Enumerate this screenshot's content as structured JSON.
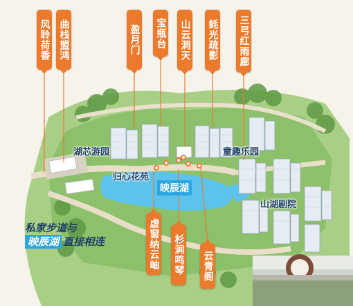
{
  "callouts_top": [
    {
      "id": "fengling",
      "label": "风聆荷香"
    },
    {
      "id": "quzhan",
      "label": "曲栈盟鸿"
    },
    {
      "id": "yingyue",
      "label": "盈月门"
    },
    {
      "id": "baoping",
      "label": "宝瓶台"
    },
    {
      "id": "shanyun",
      "label": "山云洞天"
    },
    {
      "id": "yingguang",
      "label": "蚝光疏影"
    },
    {
      "id": "sangong",
      "label": "三弓红雨廊"
    }
  ],
  "callouts_bottom": [
    {
      "id": "xuchuang",
      "label": "虚窗纳云岫"
    },
    {
      "id": "shanjian",
      "label": "杉涧鸣琴"
    },
    {
      "id": "yunqing",
      "label": "云青阁"
    }
  ],
  "zones": {
    "huxin": "湖芯游园",
    "guixin": "归心花苑",
    "tongqu": "童趣乐园",
    "shanhu": "山湖剧院",
    "lake": "映辰湖"
  },
  "caption": {
    "line1": "私家步道与",
    "highlight": "映辰湖",
    "line2_rest": "直接相连"
  },
  "colors": {
    "callout": "#ec7a2c",
    "lake": "#5cc3ec",
    "path": "#e9dfc9",
    "greenery": "#7fb05a",
    "zone_text": "#1e3f66"
  }
}
